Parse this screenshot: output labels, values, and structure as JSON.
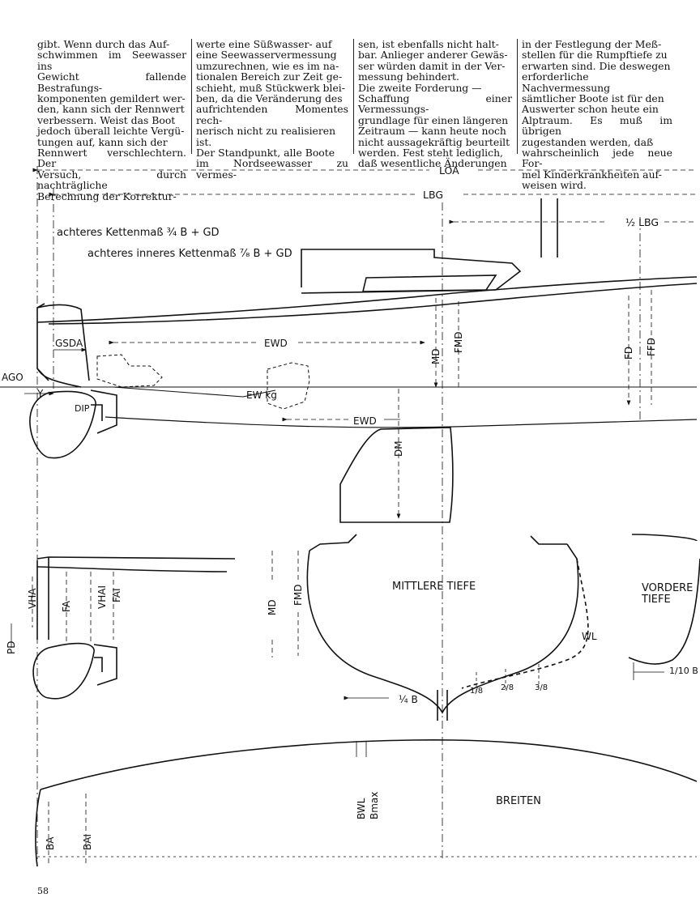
{
  "article": {
    "col1": [
      "gibt. Wenn durch das Auf-",
      "schwimmen im Seewasser ins",
      "Gewicht fallende Bestrafungs-",
      "komponenten gemildert wer-",
      "den, kann sich der Rennwert",
      "verbessern. Weist das Boot",
      "jedoch überall leichte Vergü-",
      "tungen auf, kann sich der",
      "Rennwert verschlechtern. Der",
      "Versuch, durch nachträgliche",
      "Berechnung der Korrektur-"
    ],
    "col2": [
      "werte eine Süßwasser- auf",
      "eine Seewasservermessung",
      "umzurechnen, wie es im na-",
      "tionalen Bereich zur Zeit ge-",
      "schieht, muß Stückwerk blei-",
      "ben, da die Veränderung des",
      "aufrichtenden Momentes rech-",
      "nerisch nicht zu realisieren",
      "ist.",
      "Der Standpunkt, alle Boote",
      "im Nordseewasser zu vermes-"
    ],
    "col3": [
      "sen, ist ebenfalls nicht halt-",
      "bar. Anlieger anderer Gewäs-",
      "ser würden damit in der Ver-",
      "messung behindert.",
      "Die zweite Forderung —",
      "Schaffung einer Vermessungs-",
      "grundlage für einen längeren",
      "Zeitraum — kann heute noch",
      "nicht aussagekräftig beurteilt",
      "werden. Fest steht lediglich,",
      "daß wesentliche Änderungen"
    ],
    "col4": [
      "in der Festlegung der Meß-",
      "stellen für die Rumpftiefe zu",
      "erwarten sind. Die deswegen",
      "erforderliche Nachvermessung",
      "sämtlicher Boote ist für den",
      "Auswerter schon heute ein",
      "Alptraum. Es muß im übrigen",
      "zugestanden werden, daß",
      "wahrscheinlich jede neue For-",
      "mel Kinderkrankheiten auf-",
      "weisen wird."
    ]
  },
  "drawing": {
    "loa": "LOA",
    "lbg": "LBG",
    "half_lbg": "½ LBG",
    "achteres_kettenmass": "achteres Kettenmaß ¾ B + GD",
    "achteres_inneres_kettenmass": "achteres inneres Kettenmaß ⁷⁄₈ B + GD",
    "gsda": "GSDA",
    "ewd": "EWD",
    "ew_kg": "EW kg",
    "ago": "AGO",
    "y": "Y",
    "dip": "DIP",
    "md": "MD",
    "fmd": "FMD",
    "fd": "FD",
    "ffd": "FFD",
    "dm": "DM",
    "vha": "VHA",
    "fa": "FA",
    "vhai": "VHAI",
    "fai": "FAI",
    "pd": "PD",
    "mittlere_tiefe": "MITTLERE TIEFE",
    "vordere_tiefe_1": "VORDERE",
    "vordere_tiefe_2": "TIEFE",
    "wl": "WL",
    "quarter_b": "¼ B",
    "eighth_1": "1/8",
    "eighth_2": "2/8",
    "eighth_3": "3/8",
    "tenth_b": "1/10 B",
    "breiten": "BREITEN",
    "bwl": "BWL",
    "bmax": "Bmax",
    "ba": "BA",
    "bai": "BAI"
  },
  "page_number": "58"
}
